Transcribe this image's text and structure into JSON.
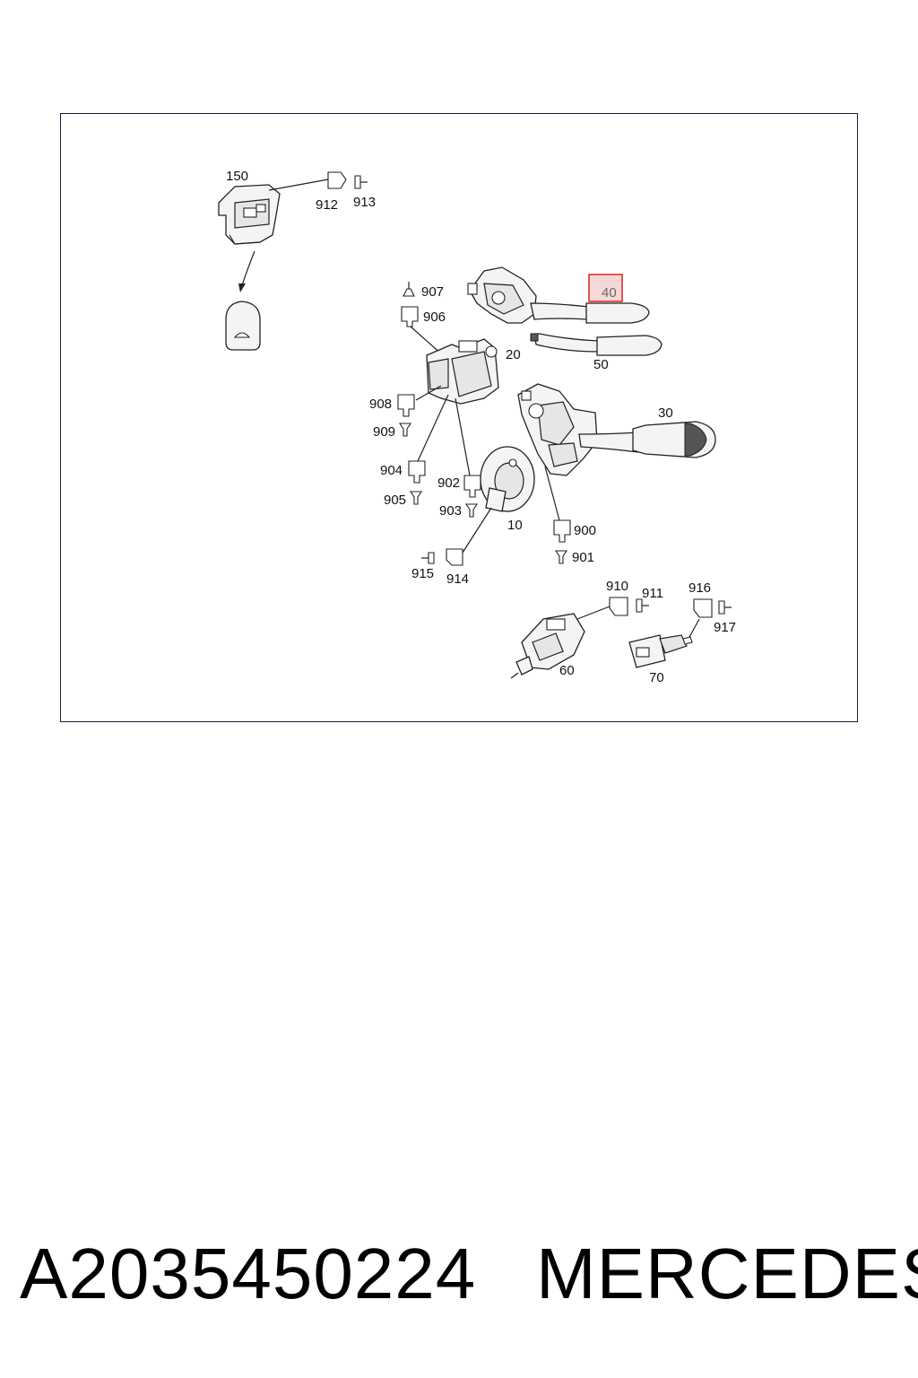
{
  "diagram": {
    "highlighted_callout": "40",
    "highlight_color": "#e03030",
    "callouts": {
      "c150": "150",
      "c912": "912",
      "c913": "913",
      "c907": "907",
      "c906": "906",
      "c40": "40",
      "c50": "50",
      "c20": "20",
      "c908": "908",
      "c909": "909",
      "c30": "30",
      "c904": "904",
      "c905": "905",
      "c902": "902",
      "c903": "903",
      "c10": "10",
      "c900": "900",
      "c901": "901",
      "c915": "915",
      "c914": "914",
      "c910": "910",
      "c911": "911",
      "c916": "916",
      "c917": "917",
      "c60": "60",
      "c70": "70"
    }
  },
  "footer": {
    "part_number": "A2035450224",
    "brand": "MERCEDES"
  }
}
